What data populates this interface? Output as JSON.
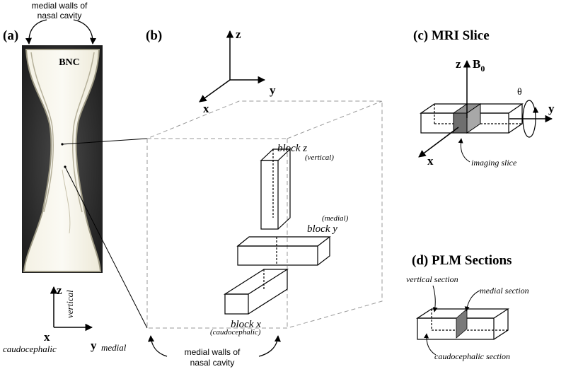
{
  "panel_a": {
    "label": "(a)",
    "top_caption_line1": "medial walls of",
    "top_caption_line2": "nasal cavity",
    "photo_label": "BNC",
    "axis_z": "z",
    "axis_x": "x",
    "axis_y": "y",
    "vertical": "vertical",
    "caudocephalic": "caudocephalic",
    "medial": "medial"
  },
  "panel_b": {
    "label": "(b)",
    "axis_z": "z",
    "axis_y": "y",
    "axis_x": "x",
    "block_z": "block z",
    "block_z_sub": "(vertical)",
    "block_y": "block y",
    "block_y_sub": "(medial)",
    "block_x": "block x",
    "block_x_sub": "(caudocephalic)",
    "bottom_caption_line1": "medial walls of",
    "bottom_caption_line2": "nasal cavity"
  },
  "panel_c": {
    "title": "(c) MRI Slice",
    "axis_z": "z",
    "b0": "B",
    "b0_sub": "0",
    "theta": "θ",
    "axis_y": "y",
    "axis_x": "x",
    "slice_label": "imaging slice"
  },
  "panel_d": {
    "title": "(d) PLM Sections",
    "vertical_section": "vertical section",
    "medial_section": "medial section",
    "caudocephalic_section": "caudocephalic section"
  }
}
